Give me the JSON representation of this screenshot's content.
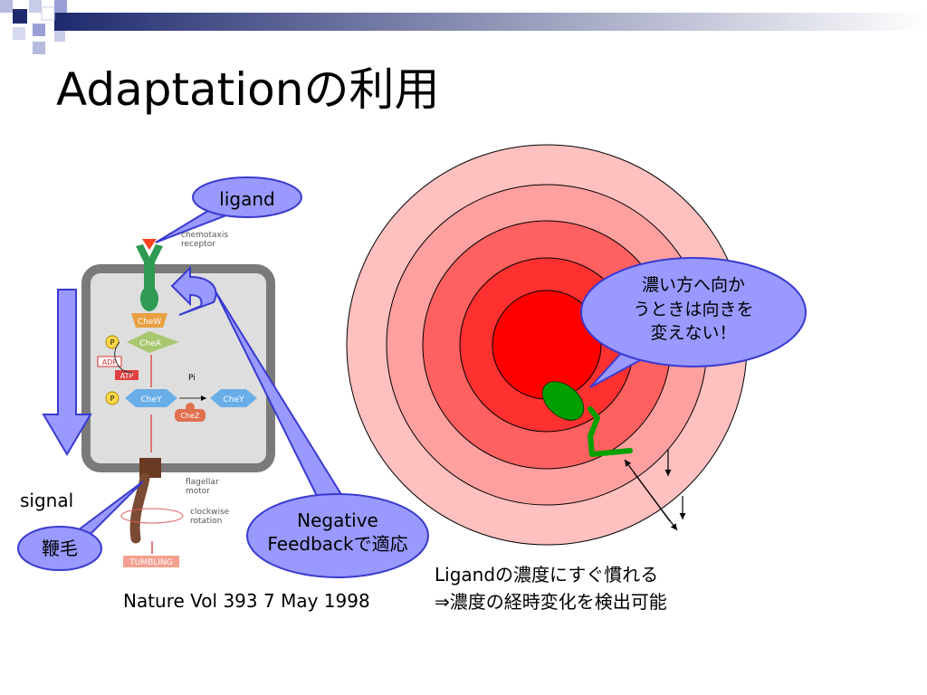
{
  "slide": {
    "title": "Adaptationの利用",
    "citation": "Nature Vol 393 7 May 1998",
    "note_lines": [
      "Ligandの濃度にすぐ慣れる",
      "⇒濃度の経時変化を検出可能"
    ]
  },
  "callouts": {
    "ligand": "ligand",
    "signal": "signal",
    "flagellum": "鞭毛",
    "feedback_lines": [
      "Negative",
      "Feedbackで適応"
    ],
    "direction_lines": [
      "濃い方へ向か",
      "うときは向きを",
      "変えない！"
    ]
  },
  "figure": {
    "receptor_label": [
      "chemotaxis",
      "receptor"
    ],
    "motor_label": [
      "flagellar",
      "motor"
    ],
    "rotation_label": [
      "clockwise",
      "rotation"
    ],
    "cheW": "CheW",
    "cheA": "CheA",
    "cheY": "CheY",
    "cheY2": "CheY",
    "cheZ": "CheZ",
    "adp": "ADP",
    "atp": "ATP",
    "p1": "P",
    "p2": "P",
    "pi": "Pi",
    "tumbling": "TUMBLING"
  },
  "colors": {
    "accent_navy": "#1f2a6e",
    "bubble_fill": "#9999ff",
    "gradient_outer": "#ffc0c0",
    "gradient_inner": "#ff0000",
    "bacterium": "#00a000"
  }
}
